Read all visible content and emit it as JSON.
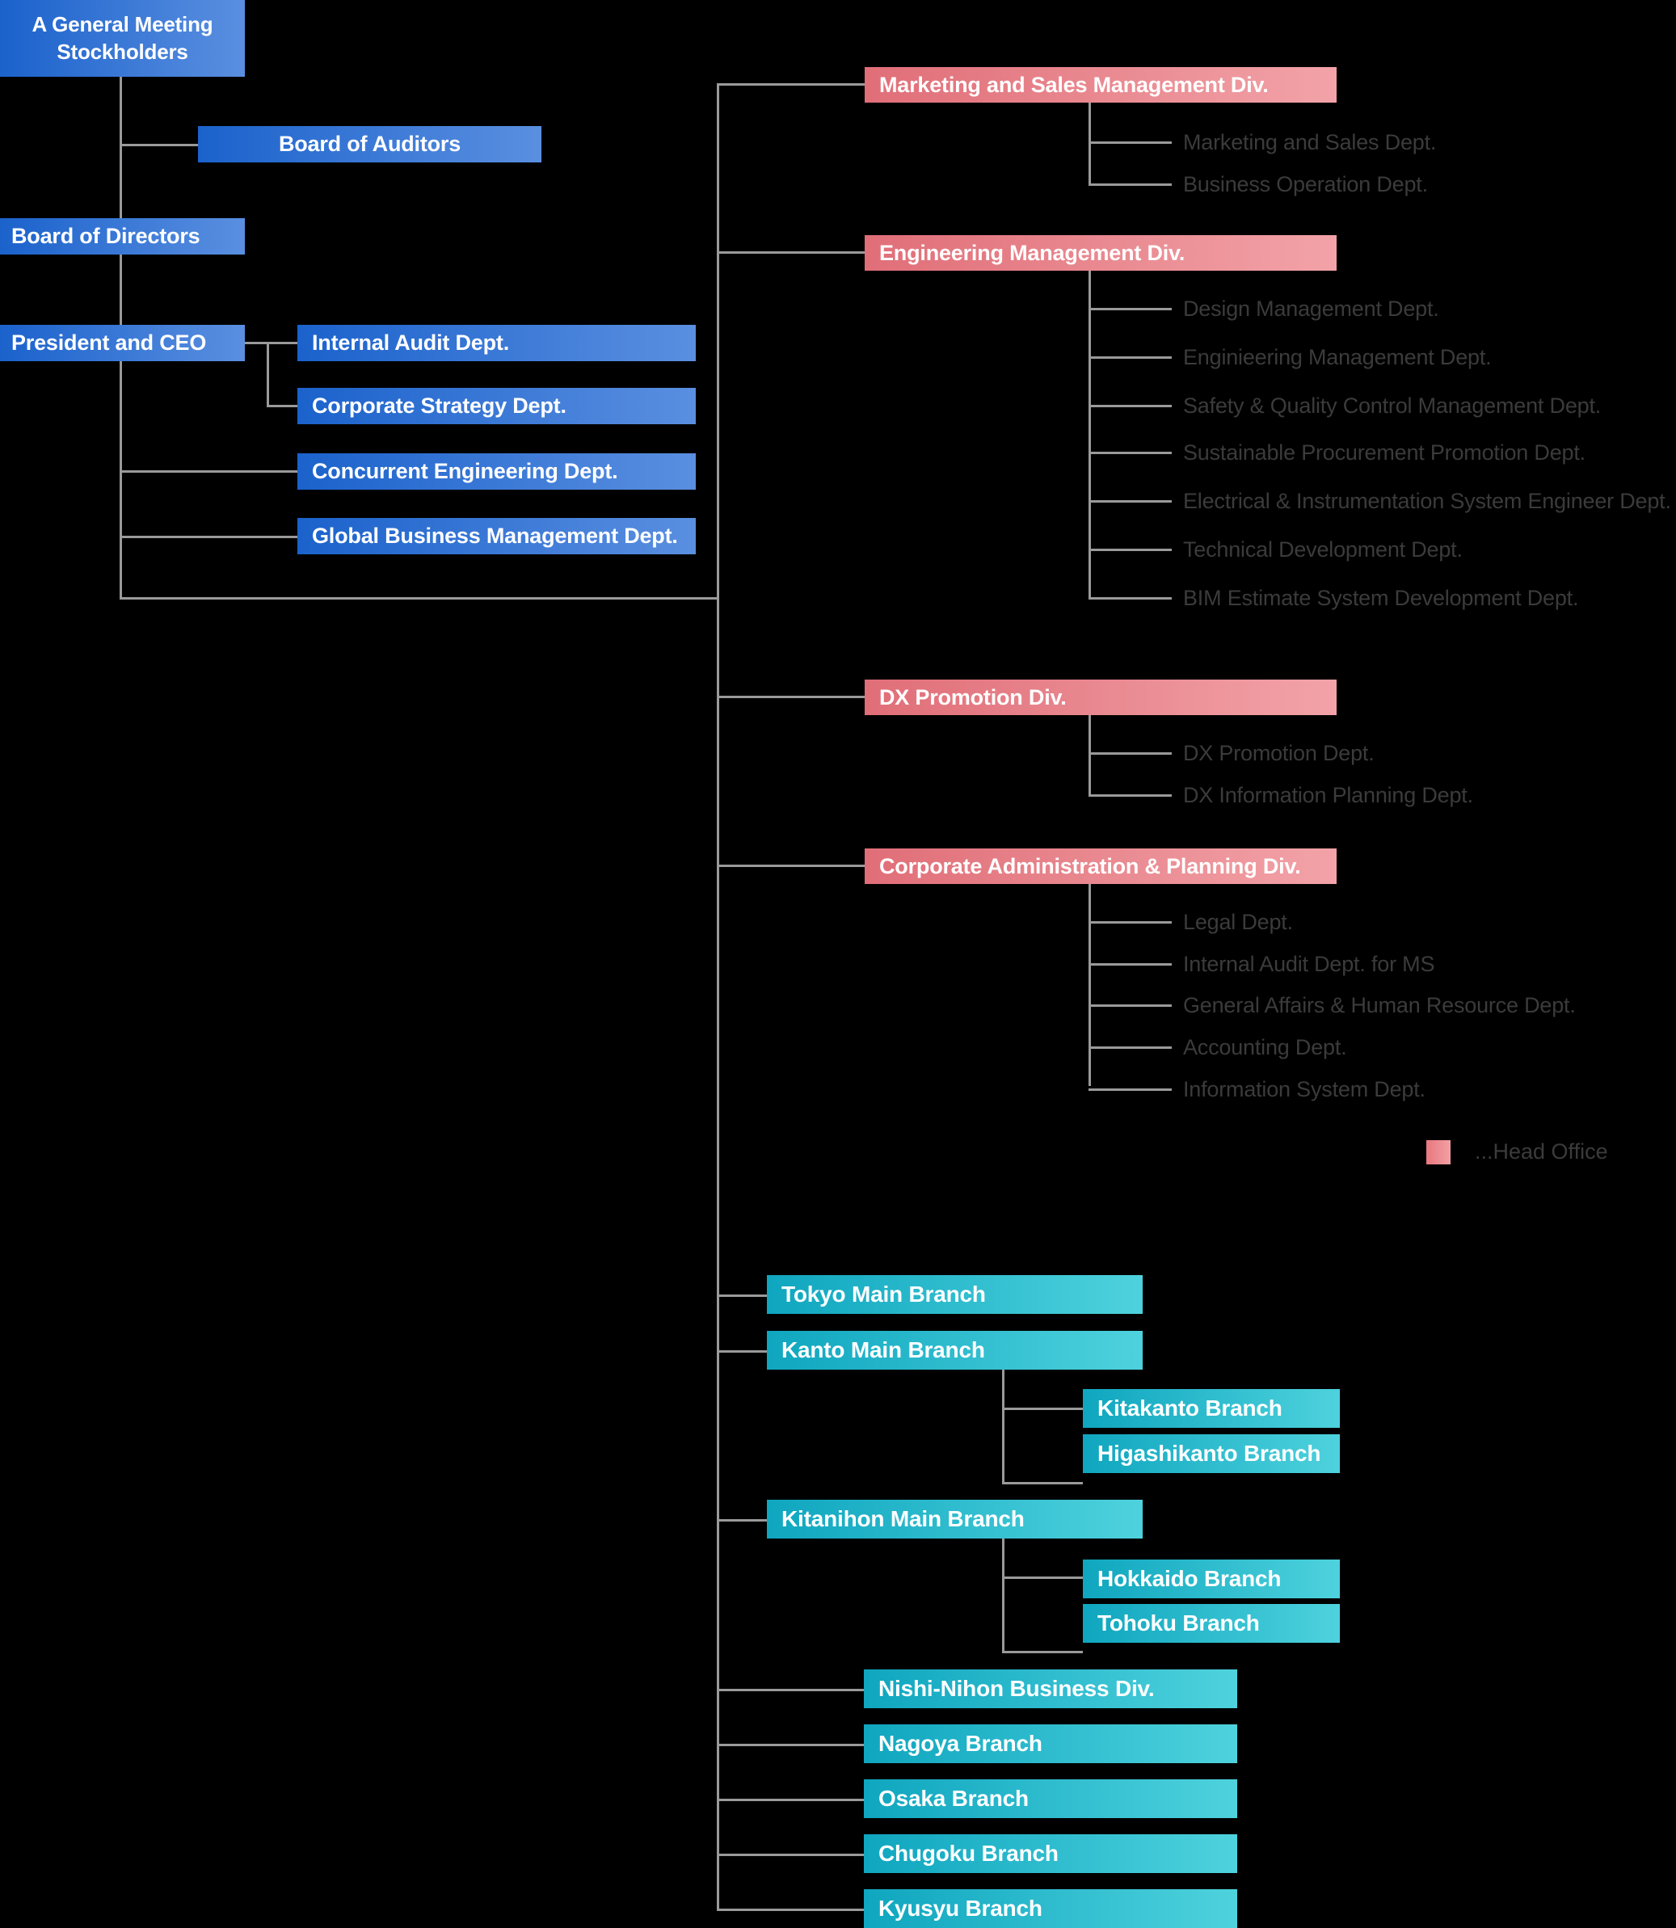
{
  "meta": {
    "colors": {
      "background": "#000000",
      "governance_blue_dark": "#1b62cc",
      "governance_blue_light": "#5a8fe0",
      "head_office_pink_dark": "#e06e78",
      "head_office_pink_light": "#f2a3a8",
      "branch_teal_dark": "#0fa6bf",
      "branch_teal_light": "#4ed2dd",
      "connector_gray": "#9a9a9a",
      "department_text": "#3b3b3b"
    }
  },
  "governance": {
    "general_meeting": "A General Meeting\nStockholders",
    "general_meeting_line1": "A General Meeting",
    "general_meeting_line2": "Stockholders",
    "board_of_auditors": "Board of Auditors",
    "board_of_directors": "Board of Directors",
    "president_and_ceo": "President and CEO",
    "direct_depts": [
      "Internal Audit Dept.",
      "Corporate Strategy Dept.",
      "Concurrent Engineering Dept.",
      "Global Business Management Dept."
    ]
  },
  "head_office_divisions": [
    {
      "name": "Marketing and Sales Management Div.",
      "departments": [
        "Marketing and Sales Dept.",
        "Business Operation Dept."
      ]
    },
    {
      "name": "Engineering Management Div.",
      "departments": [
        "Design Management Dept.",
        "Enginieering Management Dept.",
        "Safety & Quality Control Management Dept.",
        "Sustainable Procurement Promotion Dept.",
        "Electrical & Instrumentation System  Engineer Dept.",
        "Technical Development Dept.",
        "BIM Estimate System Development Dept."
      ]
    },
    {
      "name": "DX Promotion Div.",
      "departments": [
        "DX Promotion Dept.",
        "DX Information Planning Dept."
      ]
    },
    {
      "name": "Corporate Administration & Planning Div.",
      "departments": [
        "Legal Dept.",
        "Internal Audit Dept. for MS",
        "General Affairs & Human Resource Dept.",
        "Accounting Dept.",
        "Information System Dept."
      ]
    }
  ],
  "legend": {
    "label": "...Head Office",
    "swatch_color": "#e8787f"
  },
  "branches": [
    {
      "name": "Tokyo Main Branch",
      "children": []
    },
    {
      "name": "Kanto Main Branch",
      "children": [
        "Kitakanto Branch",
        "Higashikanto Branch"
      ]
    },
    {
      "name": "Kitanihon Main Branch",
      "children": [
        "Hokkaido Branch",
        "Tohoku Branch"
      ]
    },
    {
      "name": "Nishi-Nihon Business Div.",
      "children": []
    },
    {
      "name": "Nagoya Branch",
      "children": []
    },
    {
      "name": "Osaka Branch",
      "children": []
    },
    {
      "name": "Chugoku Branch",
      "children": []
    },
    {
      "name": "Kyusyu Branch",
      "children": []
    }
  ]
}
